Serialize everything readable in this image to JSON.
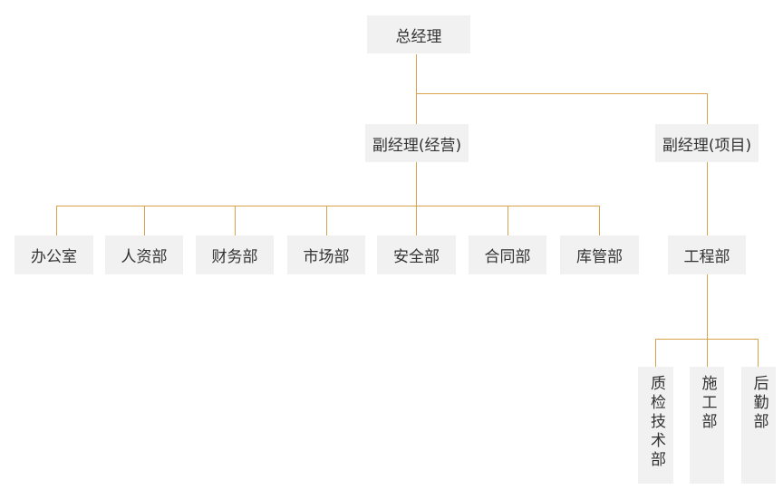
{
  "org": {
    "gm": "总经理",
    "vp_ops": "副经理(经营)",
    "vp_proj": "副经理(项目)",
    "ops_depts": [
      "办公室",
      "人资部",
      "财务部",
      "市场部",
      "安全部",
      "合同部",
      "库管部"
    ],
    "eng": "工程部",
    "eng_subs": [
      "质检技术部",
      "施工部",
      "后勤部"
    ]
  },
  "colors": {
    "line": "#d9a24b",
    "box": "#f1f1f1",
    "text": "#333333"
  }
}
